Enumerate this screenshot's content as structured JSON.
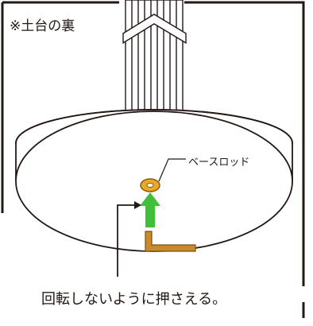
{
  "diagram": {
    "title_note": "※土台の裏",
    "callout_label": "ベースロッド",
    "instruction": "回転しないように押さえる。",
    "colors": {
      "outline": "#231815",
      "rod_fill": "#e9a825",
      "rod_stroke": "#8a5a0e",
      "arrow_green": "#3fbf3a",
      "wrench_fill": "#c98a2e"
    }
  }
}
